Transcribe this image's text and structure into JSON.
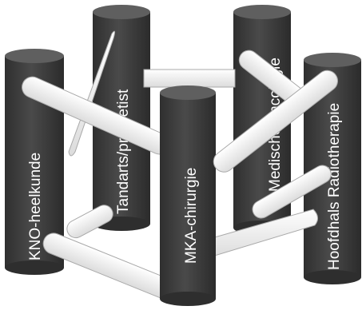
{
  "diagram": {
    "pillars": [
      {
        "key": "kno",
        "label": "KNO-heelkunde"
      },
      {
        "key": "tandarts",
        "label": "Tandarts/prothetist"
      },
      {
        "key": "oncologie",
        "label": "Medische oncologie"
      },
      {
        "key": "mka",
        "label": "MKA-chirurgie"
      },
      {
        "key": "radiotherapie",
        "label": "Hoofdhals Radiotherapie"
      }
    ],
    "colors": {
      "pillar": "#414141",
      "pillar_top": "#5f5f5f",
      "connector": "#ededed",
      "connector_stroke": "#a9a9a9",
      "label": "#ffffff"
    }
  }
}
